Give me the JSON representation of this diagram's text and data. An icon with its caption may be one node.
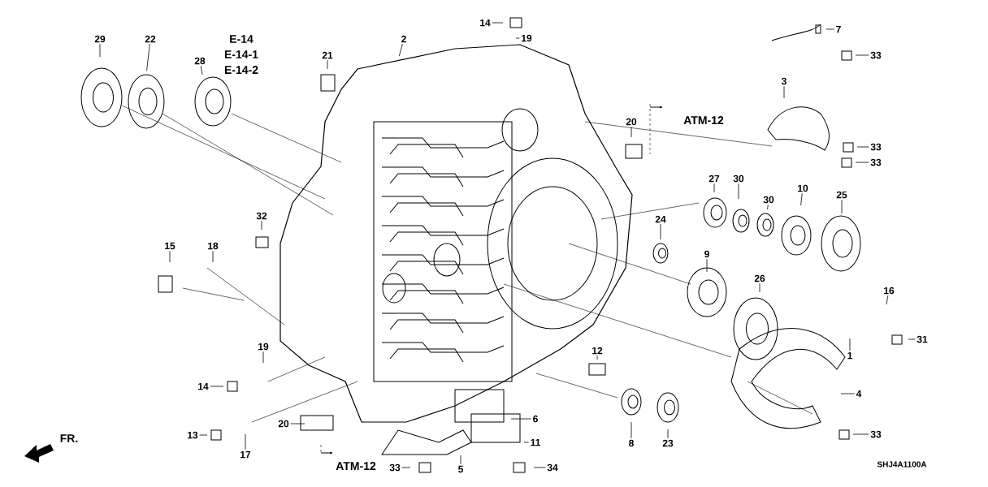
{
  "diagram": {
    "nodes": [
      {
        "text": [
          "29"
        ]
      },
      {
        "text": [
          "22"
        ]
      },
      {
        "text": [
          "28"
        ]
      },
      {
        "text": [
          "21"
        ]
      },
      {
        "text": [
          "2"
        ]
      },
      {
        "text": [
          "14"
        ]
      },
      {
        "text": [
          "19"
        ]
      },
      {
        "text": [
          "7"
        ]
      },
      {
        "text": [
          "33"
        ]
      },
      {
        "text": [
          "3"
        ]
      },
      {
        "text": [
          "20"
        ]
      },
      {
        "text": [
          "33"
        ]
      },
      {
        "text": [
          "33"
        ]
      },
      {
        "text": [
          "27"
        ]
      },
      {
        "text": [
          "30"
        ]
      },
      {
        "text": [
          "30"
        ]
      },
      {
        "text": [
          "10"
        ]
      },
      {
        "text": [
          "25"
        ]
      },
      {
        "text": [
          "24"
        ]
      },
      {
        "text": [
          "9"
        ]
      },
      {
        "text": [
          "26"
        ]
      },
      {
        "text": [
          "16"
        ]
      },
      {
        "text": [
          "1"
        ]
      },
      {
        "text": [
          "31"
        ]
      },
      {
        "text": [
          "4"
        ]
      },
      {
        "text": [
          "12"
        ]
      },
      {
        "text": [
          "15"
        ]
      },
      {
        "text": [
          "32"
        ]
      },
      {
        "text": [
          "18"
        ]
      },
      {
        "text": [
          "19"
        ]
      },
      {
        "text": [
          "14"
        ]
      },
      {
        "text": [
          "13"
        ]
      },
      {
        "text": [
          "17"
        ]
      },
      {
        "text": [
          "20"
        ]
      },
      {
        "text": [
          "6"
        ]
      },
      {
        "text": [
          "8"
        ]
      },
      {
        "text": [
          "23"
        ]
      },
      {
        "text": [
          "11"
        ]
      },
      {
        "text": [
          "33"
        ]
      },
      {
        "text": [
          "33"
        ]
      },
      {
        "text": [
          "5"
        ]
      },
      {
        "text": [
          "34"
        ]
      }
    ],
    "edges": [
      {
        "from": 0,
        "to": null,
        "arrow": "none"
      },
      {
        "from": 1,
        "to": null,
        "arrow": "none"
      },
      {
        "from": 2,
        "to": null,
        "arrow": "none"
      },
      {
        "from": 3,
        "to": null,
        "arrow": "none"
      },
      {
        "from": 4,
        "to": null,
        "arrow": "none"
      },
      {
        "from": 5,
        "to": null,
        "arrow": "none"
      },
      {
        "from": 6,
        "to": null,
        "arrow": "none"
      },
      {
        "from": 7,
        "to": null,
        "arrow": "none"
      },
      {
        "from": 8,
        "to": null,
        "arrow": "none"
      },
      {
        "from": 9,
        "to": null,
        "arrow": "none"
      },
      {
        "from": 10,
        "to": null,
        "arrow": "none"
      },
      {
        "from": 11,
        "to": null,
        "arrow": "none"
      },
      {
        "from": 12,
        "to": null,
        "arrow": "none"
      },
      {
        "from": 13,
        "to": null,
        "arrow": "none"
      },
      {
        "from": 14,
        "to": null,
        "arrow": "none"
      },
      {
        "from": 15,
        "to": null,
        "arrow": "none"
      },
      {
        "from": 16,
        "to": null,
        "arrow": "none"
      },
      {
        "from": 17,
        "to": null,
        "arrow": "none"
      },
      {
        "from": 18,
        "to": null,
        "arrow": "none"
      },
      {
        "from": 19,
        "to": null,
        "arrow": "none"
      },
      {
        "from": 20,
        "to": null,
        "arrow": "none"
      },
      {
        "from": 21,
        "to": null,
        "arrow": "none"
      },
      {
        "from": 22,
        "to": null,
        "arrow": "none"
      },
      {
        "from": 23,
        "to": null,
        "arrow": "none"
      },
      {
        "from": 24,
        "to": null,
        "arrow": "none"
      },
      {
        "from": 25,
        "to": null,
        "arrow": "none"
      },
      {
        "from": 26,
        "to": null,
        "arrow": "none"
      },
      {
        "from": 27,
        "to": null,
        "arrow": "none"
      },
      {
        "from": 28,
        "to": null,
        "arrow": "none"
      },
      {
        "from": 29,
        "to": null,
        "arrow": "none"
      },
      {
        "from": 30,
        "to": null,
        "arrow": "none"
      },
      {
        "from": 31,
        "to": null,
        "arrow": "none"
      },
      {
        "from": 32,
        "to": null,
        "arrow": "none"
      },
      {
        "from": 33,
        "to": null,
        "arrow": "none"
      },
      {
        "from": 34,
        "to": null,
        "arrow": "none"
      },
      {
        "from": 35,
        "to": null,
        "arrow": "none"
      },
      {
        "from": 36,
        "to": null,
        "arrow": "none"
      },
      {
        "from": 37,
        "to": null,
        "arrow": "none"
      },
      {
        "from": 38,
        "to": null,
        "arrow": "none"
      },
      {
        "from": 39,
        "to": null,
        "arrow": "none"
      },
      {
        "from": 40,
        "to": null,
        "arrow": "none"
      },
      {
        "from": 41,
        "to": null,
        "arrow": "none"
      }
    ],
    "labels": [
      "E-14",
      "E-14-1",
      "E-14-2",
      "ATM-12",
      "ATM-12",
      "FR.",
      "SHJ4A1100A"
    ]
  }
}
